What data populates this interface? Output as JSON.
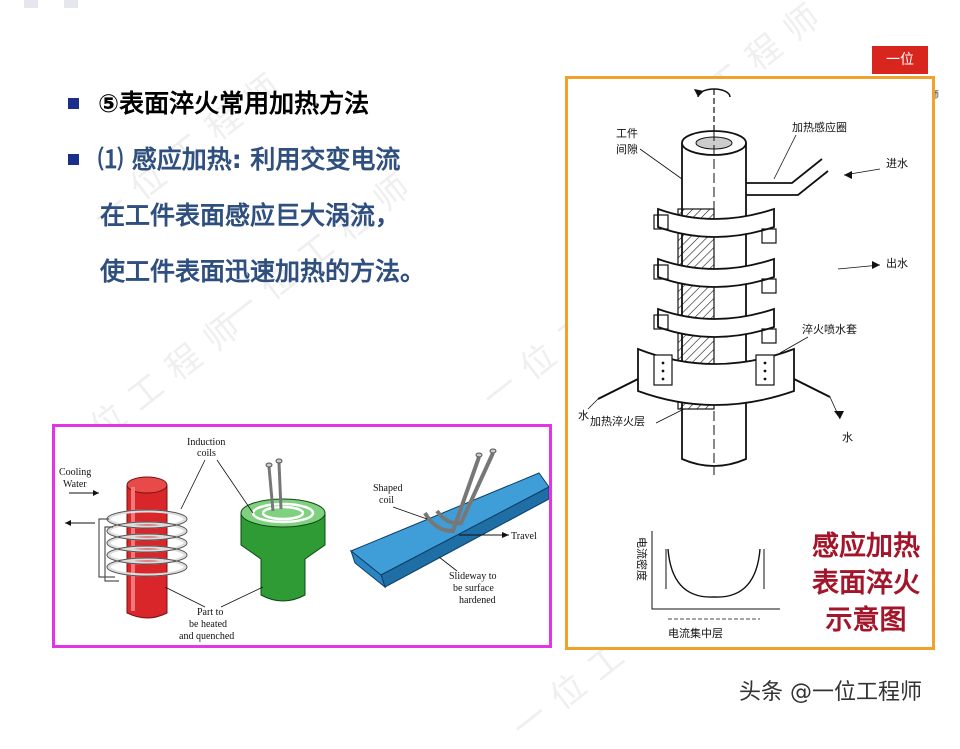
{
  "slide": {
    "heading": "⑤表面淬火常用加热方法",
    "body_lines": [
      "⑴ 感应加热: 利用交变电流",
      "在工件表面感应巨大涡流，",
      "使工件表面迅速加热的方法。"
    ],
    "watermark": "一位工程师",
    "badge": "一位",
    "badge_side": "师"
  },
  "left_figure": {
    "labels": {
      "induction_coils": [
        "Induction",
        "coils"
      ],
      "cooling_water": [
        "Cooling",
        "Water"
      ],
      "part": [
        "Part  to",
        "be  heated",
        "and  quenched"
      ],
      "shaped_coil": [
        "Shaped",
        "coil"
      ],
      "travel": "Travel",
      "slideway": [
        "Slideway  to",
        "be  surface",
        "hardened"
      ]
    },
    "colors": {
      "rod": "#d9262a",
      "gear": "#2e9b35",
      "rail": "#3f9ed8"
    }
  },
  "right_figure": {
    "labels": {
      "workpiece": "工件",
      "gap": "间隙",
      "heating_coil": "加热感应圈",
      "water_in": "进水",
      "water_out": "出水",
      "spray_sleeve": "淬火喷水套",
      "water_left": "水",
      "hardened_layer": "加热淬火层",
      "water_right": "水",
      "current_density": "电流密度",
      "current_concentration_layer": "电流集中层"
    },
    "caption": [
      "感应加热",
      "表面淬火",
      "示意图"
    ]
  },
  "footer": {
    "brand": "头条 @一位工程师"
  }
}
